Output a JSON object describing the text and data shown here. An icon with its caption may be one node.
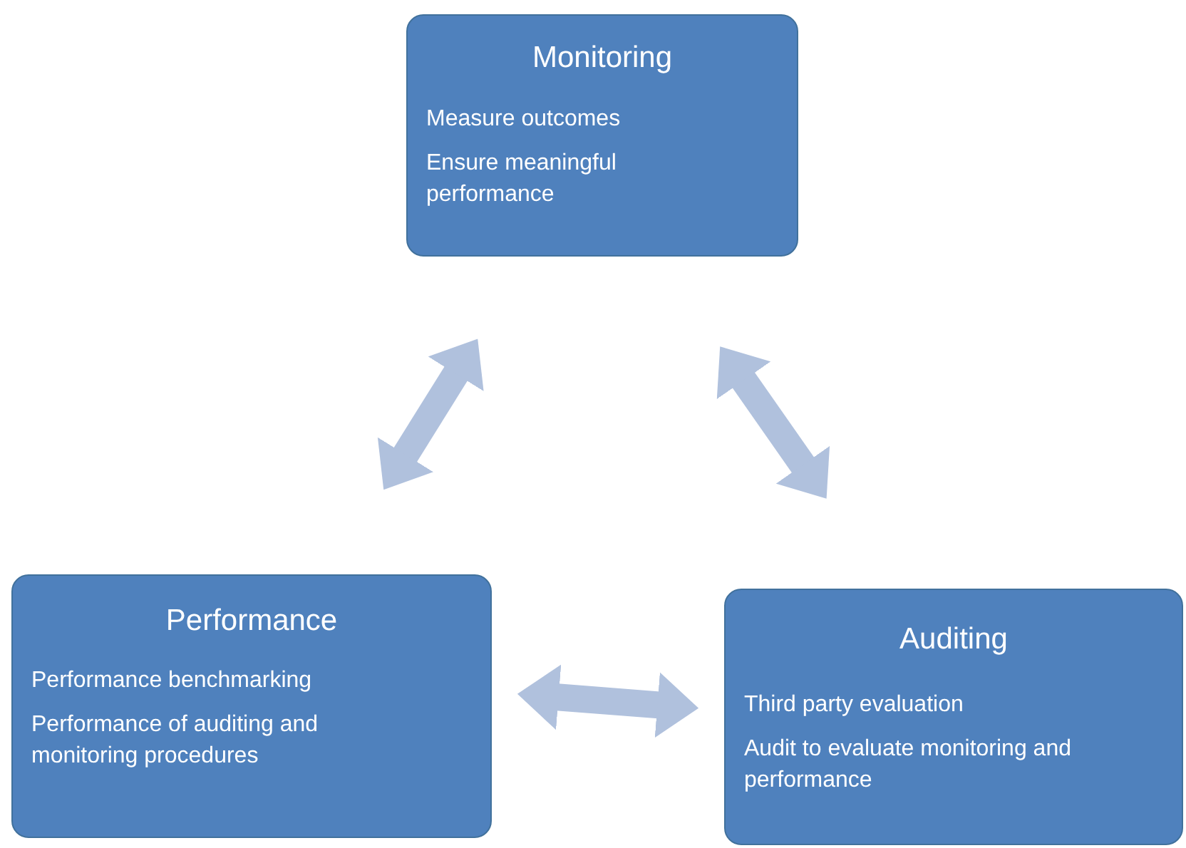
{
  "diagram": {
    "nodes": [
      {
        "text": [
          "Monitoring",
          "Measure outcomes",
          "Ensure meaningful performance"
        ]
      },
      {
        "text": [
          "Performance",
          "Performance benchmarking",
          "Performance of auditing and monitoring procedures"
        ]
      },
      {
        "text": [
          "Auditing",
          "Third party evaluation",
          "Audit to evaluate monitoring and performance"
        ]
      }
    ],
    "edges": [
      {
        "from": 1,
        "to": 0,
        "arrow": "both"
      },
      {
        "from": 0,
        "to": 2,
        "arrow": "both"
      },
      {
        "from": 1,
        "to": 2,
        "arrow": "both"
      }
    ]
  }
}
